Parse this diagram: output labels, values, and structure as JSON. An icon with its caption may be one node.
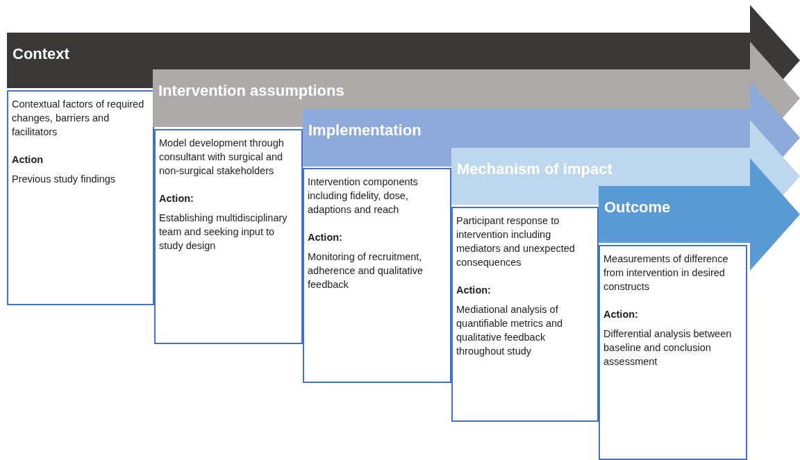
{
  "diagram": {
    "nodes": [
      {
        "text": [
          "Context"
        ]
      },
      {
        "text": [
          "Contextual factors of required changes, barriers and facilitators",
          "Action",
          "Previous study findings"
        ]
      },
      {
        "text": [
          "Intervention assumptions"
        ]
      },
      {
        "text": [
          "Model development through consultant with surgical and non-surgical stakeholders",
          "Action:",
          "Establishing multidisciplinary team and seeking input to study design"
        ]
      },
      {
        "text": [
          "Implementation"
        ]
      },
      {
        "text": [
          "Intervention components including fidelity, dose, adaptions and reach",
          "Action:",
          "Monitoring of recruitment, adherence and qualitative feedback"
        ]
      },
      {
        "text": [
          "Mechanism of impact"
        ]
      },
      {
        "text": [
          "Participant response to intervention including mediators and unexpected consequences",
          "Action:",
          "Mediational analysis of quantifiable metrics and qualitative feedback throughout study"
        ]
      },
      {
        "text": [
          "Outcome"
        ]
      },
      {
        "text": [
          "Measurements of difference from intervention in desired constructs",
          "Action:",
          "Differential analysis between baseline and conclusion assessment"
        ]
      }
    ],
    "edges": []
  }
}
